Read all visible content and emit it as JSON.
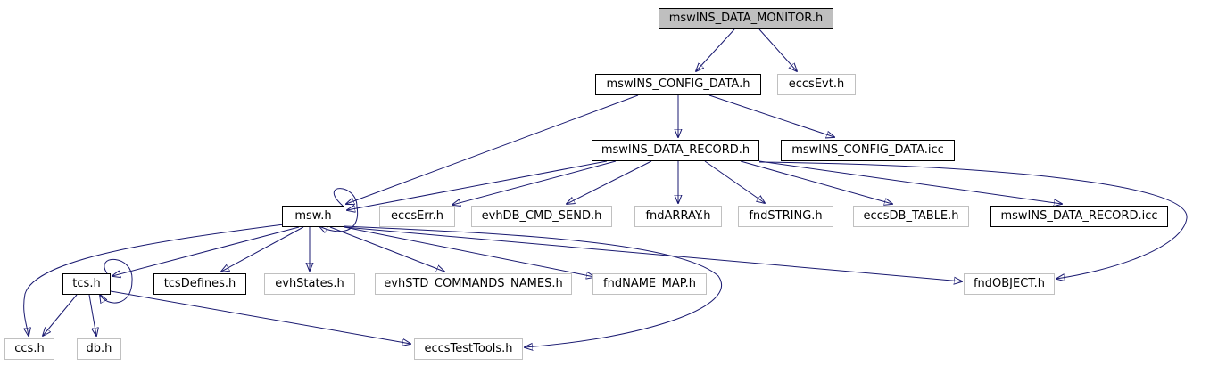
{
  "graph": {
    "edge_color": "#191970",
    "root_fill": "#bfbfbf",
    "documented_border": "#000000",
    "undocumented_border": "#c0c0c0",
    "nodes": {
      "monitor": {
        "label": "mswINS_DATA_MONITOR.h",
        "kind": "root"
      },
      "config": {
        "label": "mswINS_CONFIG_DATA.h",
        "kind": "documented"
      },
      "eccsEvt": {
        "label": "eccsEvt.h",
        "kind": "undocumented"
      },
      "record": {
        "label": "mswINS_DATA_RECORD.h",
        "kind": "documented"
      },
      "configIcc": {
        "label": "mswINS_CONFIG_DATA.icc",
        "kind": "documented"
      },
      "msw": {
        "label": "msw.h",
        "kind": "documented"
      },
      "eccsErr": {
        "label": "eccsErr.h",
        "kind": "undocumented"
      },
      "evhDbCmd": {
        "label": "evhDB_CMD_SEND.h",
        "kind": "undocumented"
      },
      "fndArray": {
        "label": "fndARRAY.h",
        "kind": "undocumented"
      },
      "fndString": {
        "label": "fndSTRING.h",
        "kind": "undocumented"
      },
      "eccsDbTable": {
        "label": "eccsDB_TABLE.h",
        "kind": "undocumented"
      },
      "recordIcc": {
        "label": "mswINS_DATA_RECORD.icc",
        "kind": "documented"
      },
      "tcs": {
        "label": "tcs.h",
        "kind": "documented"
      },
      "tcsDefines": {
        "label": "tcsDefines.h",
        "kind": "documented"
      },
      "evhStates": {
        "label": "evhStates.h",
        "kind": "undocumented"
      },
      "evhStdCmd": {
        "label": "evhSTD_COMMANDS_NAMES.h",
        "kind": "undocumented"
      },
      "fndNameMap": {
        "label": "fndNAME_MAP.h",
        "kind": "undocumented"
      },
      "fndObject": {
        "label": "fndOBJECT.h",
        "kind": "undocumented"
      },
      "ccs": {
        "label": "ccs.h",
        "kind": "undocumented"
      },
      "db": {
        "label": "db.h",
        "kind": "undocumented"
      },
      "eccsTestTools": {
        "label": "eccsTestTools.h",
        "kind": "undocumented"
      }
    },
    "edges": [
      [
        "monitor",
        "config"
      ],
      [
        "monitor",
        "eccsEvt"
      ],
      [
        "config",
        "record"
      ],
      [
        "config",
        "configIcc"
      ],
      [
        "config",
        "msw"
      ],
      [
        "record",
        "msw"
      ],
      [
        "record",
        "eccsErr"
      ],
      [
        "record",
        "evhDbCmd"
      ],
      [
        "record",
        "fndArray"
      ],
      [
        "record",
        "fndString"
      ],
      [
        "record",
        "eccsDbTable"
      ],
      [
        "record",
        "recordIcc"
      ],
      [
        "record",
        "fndObject"
      ],
      [
        "msw",
        "msw"
      ],
      [
        "msw",
        "tcs"
      ],
      [
        "msw",
        "tcsDefines"
      ],
      [
        "msw",
        "evhStates"
      ],
      [
        "msw",
        "evhStdCmd"
      ],
      [
        "msw",
        "fndNameMap"
      ],
      [
        "msw",
        "fndObject"
      ],
      [
        "msw",
        "ccs"
      ],
      [
        "msw",
        "eccsTestTools"
      ],
      [
        "tcs",
        "tcs"
      ],
      [
        "tcs",
        "ccs"
      ],
      [
        "tcs",
        "db"
      ],
      [
        "tcs",
        "eccsTestTools"
      ]
    ]
  }
}
